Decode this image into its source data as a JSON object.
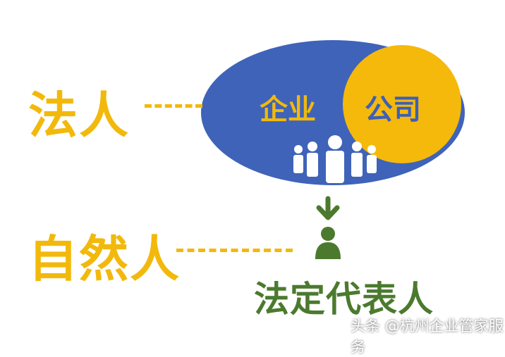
{
  "labels": {
    "legal_person": "法人",
    "natural_person": "自然人",
    "enterprise": "企业",
    "company": "公司",
    "legal_representative": "法定代表人"
  },
  "watermark": "头条 @杭州企业管家服务",
  "colors": {
    "outer_ellipse": "#3f63b9",
    "inner_circle": "#f5b90b",
    "yellow_text": "#f2b90c",
    "green": "#4b7a2e",
    "arrow": "#4b7a2e"
  },
  "icons": [
    "people-group-icon",
    "down-arrow-icon",
    "person-icon"
  ]
}
